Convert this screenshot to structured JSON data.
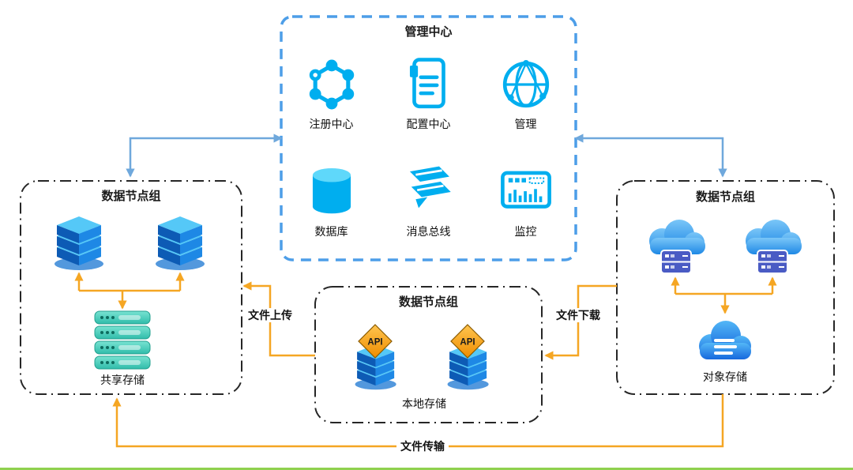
{
  "management_center": {
    "title": "管理中心",
    "items": [
      {
        "label": "注册中心"
      },
      {
        "label": "配置中心"
      },
      {
        "label": "管理"
      },
      {
        "label": "数据库"
      },
      {
        "label": "消息总线"
      },
      {
        "label": "监控"
      }
    ]
  },
  "left_group": {
    "title": "数据节点组",
    "storage_label": "共享存储"
  },
  "center_group": {
    "title": "数据节点组",
    "storage_label": "本地存储",
    "api_badge": "API"
  },
  "right_group": {
    "title": "数据节点组",
    "storage_label": "对象存储"
  },
  "edges": {
    "upload": "文件上传",
    "download": "文件下载",
    "transfer": "文件传输"
  },
  "colors": {
    "management_border": "#4D9EE8",
    "node_border": "#262626",
    "icon_cyan": "#00AEEF",
    "arrow_orange": "#F5A623",
    "arrow_blue": "#6FA8DC"
  }
}
